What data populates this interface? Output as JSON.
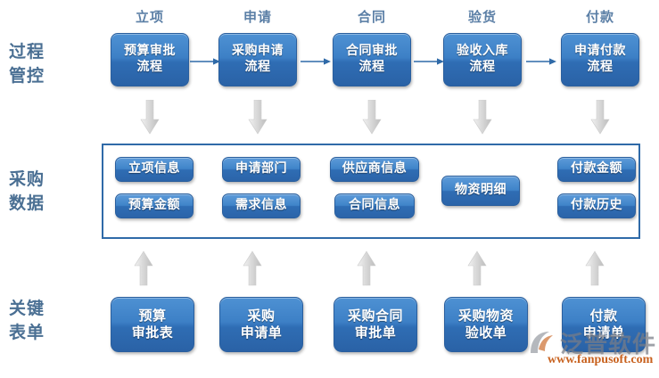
{
  "row_labels": [
    {
      "name": "process-control",
      "line1": "过程",
      "line2": "管控"
    },
    {
      "name": "procurement-data",
      "line1": "采购",
      "line2": "数据"
    },
    {
      "name": "key-forms",
      "line1": "关键",
      "line2": "表单"
    }
  ],
  "stage_captions": [
    {
      "label": "立项"
    },
    {
      "label": "申请"
    },
    {
      "label": "合同"
    },
    {
      "label": "验货"
    },
    {
      "label": "付款"
    }
  ],
  "process_boxes": [
    {
      "line1": "预算审批",
      "line2": "流程"
    },
    {
      "line1": "采购申请",
      "line2": "流程"
    },
    {
      "line1": "合同审批",
      "line2": "流程"
    },
    {
      "line1": "验收入库",
      "line2": "流程"
    },
    {
      "line1": "申请付款",
      "line2": "流程"
    }
  ],
  "data_boxes": [
    {
      "label": "立项信息"
    },
    {
      "label": "申请部门"
    },
    {
      "label": "供应商信息"
    },
    {
      "label": "付款金额"
    },
    {
      "label": "预算金额"
    },
    {
      "label": "需求信息"
    },
    {
      "label": "合同信息"
    },
    {
      "label": "付款历史"
    },
    {
      "label": "物资明细"
    }
  ],
  "form_boxes": [
    {
      "line1": "预算",
      "line2": "审批表"
    },
    {
      "line1": "采购",
      "line2": "申请单"
    },
    {
      "line1": "采购合同",
      "line2": "审批单"
    },
    {
      "line1": "采购物资",
      "line2": "验收单"
    },
    {
      "line1": "付款",
      "line2": "申请单"
    }
  ],
  "watermark": {
    "brand": "泛普软件",
    "url": "www.fanpusoft.com"
  },
  "colors": {
    "box_blue_light": "#4e91d3",
    "box_blue_dark": "#2a62a6",
    "frame_border": "#2f6aa8",
    "label_blue": "#4a6f93",
    "caption_blue": "#5b7fa6",
    "arrow_gray": "#d5d5d5",
    "connector_blue": "#2f6aa8",
    "watermark_orange": "#c8621f"
  }
}
